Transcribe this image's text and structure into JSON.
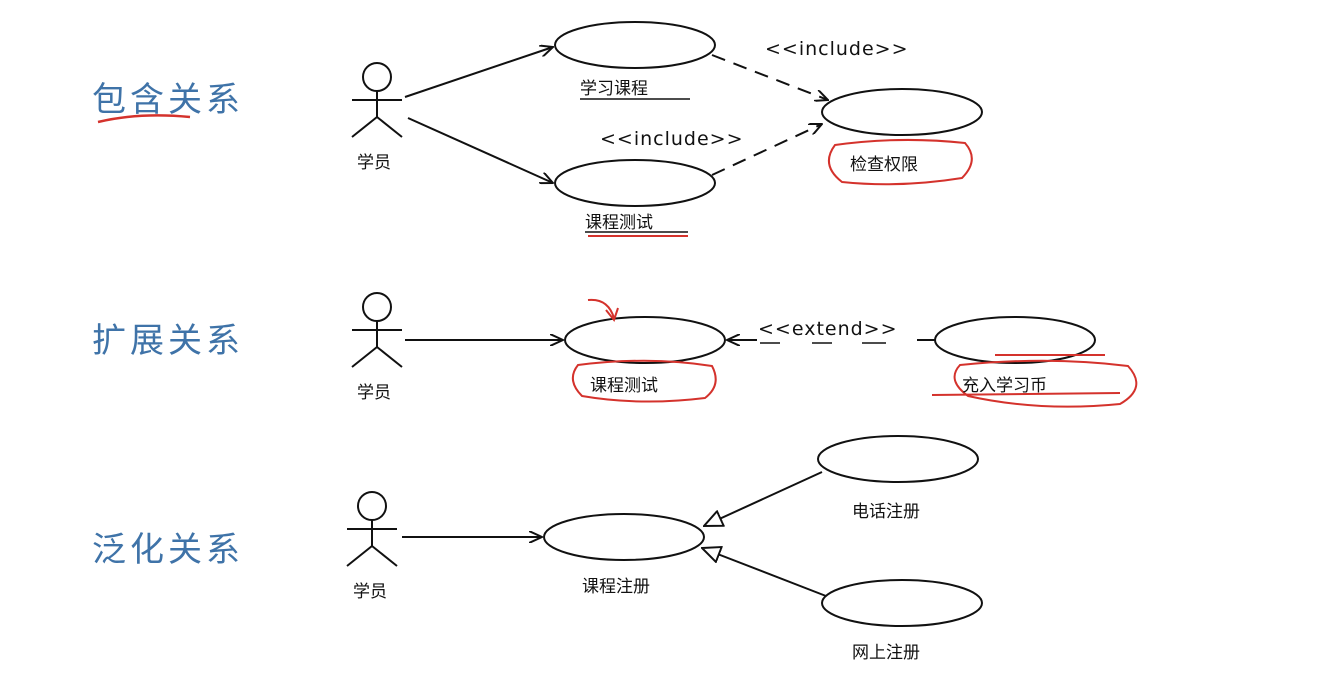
{
  "colors": {
    "heading": "#3f73a8",
    "ink": "#111111",
    "annotation": "#d4322c"
  },
  "sections": {
    "include": {
      "title": "包含关系",
      "actor": "学员",
      "uc_study": "学习课程",
      "uc_test": "课程测试",
      "uc_check": "检查权限",
      "stereotype_top": "<<include>>",
      "stereotype_bottom": "<<include>>"
    },
    "extend": {
      "title": "扩展关系",
      "actor": "学员",
      "uc_test": "课程测试",
      "uc_recharge": "充入学习币",
      "stereotype": "<<extend>>"
    },
    "generalization": {
      "title": "泛化关系",
      "actor": "学员",
      "uc_register": "课程注册",
      "uc_phone": "电话注册",
      "uc_online": "网上注册"
    }
  }
}
